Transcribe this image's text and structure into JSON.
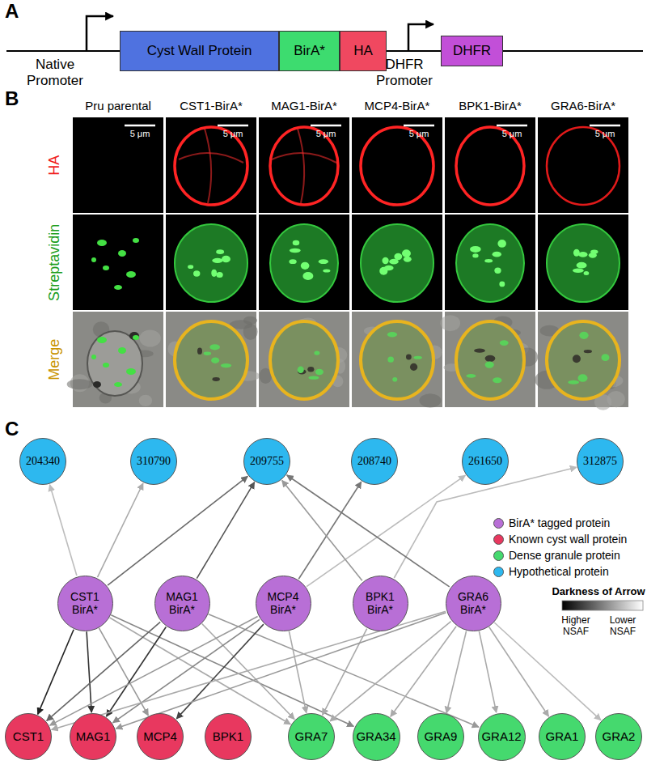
{
  "diagram": {
    "nodes": [
      {
        "text": [
          "Cyst Wall Protein"
        ]
      },
      {
        "text": [
          "BirA*"
        ]
      },
      {
        "text": [
          "HA"
        ]
      },
      {
        "text": [
          "DHFR"
        ]
      },
      {
        "text": [
          "204340"
        ]
      },
      {
        "text": [
          "310790"
        ]
      },
      {
        "text": [
          "209755"
        ]
      },
      {
        "text": [
          "208740"
        ]
      },
      {
        "text": [
          "261650"
        ]
      },
      {
        "text": [
          "312875"
        ]
      },
      {
        "text": [
          "CST1 BirA*"
        ]
      },
      {
        "text": [
          "MAG1 BirA*"
        ]
      },
      {
        "text": [
          "MCP4 BirA*"
        ]
      },
      {
        "text": [
          "BPK1 BirA*"
        ]
      },
      {
        "text": [
          "GRA6 BirA*"
        ]
      },
      {
        "text": [
          "CST1"
        ]
      },
      {
        "text": [
          "MAG1"
        ]
      },
      {
        "text": [
          "MCP4"
        ]
      },
      {
        "text": [
          "BPK1"
        ]
      },
      {
        "text": [
          "GRA7"
        ]
      },
      {
        "text": [
          "GRA34"
        ]
      },
      {
        "text": [
          "GRA9"
        ]
      },
      {
        "text": [
          "GRA12"
        ]
      },
      {
        "text": [
          "GRA1"
        ]
      },
      {
        "text": [
          "GRA2"
        ]
      }
    ],
    "edges": [
      {
        "from": 10,
        "to": 4,
        "arrow": "to"
      },
      {
        "from": 10,
        "to": 5,
        "arrow": "to"
      },
      {
        "from": 10,
        "to": 6,
        "arrow": "to"
      },
      {
        "from": 10,
        "to": 15,
        "arrow": "to"
      },
      {
        "from": 10,
        "to": 16,
        "arrow": "to"
      },
      {
        "from": 10,
        "to": 17,
        "arrow": "to"
      },
      {
        "from": 10,
        "to": 19,
        "arrow": "to"
      },
      {
        "from": 10,
        "to": 20,
        "arrow": "to"
      },
      {
        "from": 11,
        "to": 6,
        "arrow": "to"
      },
      {
        "from": 11,
        "to": 15,
        "arrow": "to"
      },
      {
        "from": 11,
        "to": 16,
        "arrow": "to"
      },
      {
        "from": 11,
        "to": 19,
        "arrow": "to"
      },
      {
        "from": 11,
        "to": 22,
        "arrow": "to"
      },
      {
        "from": 12,
        "to": 7,
        "arrow": "to"
      },
      {
        "from": 12,
        "to": 8,
        "arrow": "to"
      },
      {
        "from": 12,
        "to": 15,
        "arrow": "to"
      },
      {
        "from": 12,
        "to": 16,
        "arrow": "to"
      },
      {
        "from": 12,
        "to": 17,
        "arrow": "to"
      },
      {
        "from": 12,
        "to": 19,
        "arrow": "to"
      },
      {
        "from": 13,
        "to": 6,
        "arrow": "to"
      },
      {
        "from": 13,
        "to": 9,
        "arrow": "to"
      },
      {
        "from": 13,
        "to": 19,
        "arrow": "to"
      },
      {
        "from": 14,
        "to": 6,
        "arrow": "to"
      },
      {
        "from": 14,
        "to": 15,
        "arrow": "to"
      },
      {
        "from": 14,
        "to": 16,
        "arrow": "to"
      },
      {
        "from": 14,
        "to": 19,
        "arrow": "to"
      },
      {
        "from": 14,
        "to": 20,
        "arrow": "to"
      },
      {
        "from": 14,
        "to": 21,
        "arrow": "to"
      },
      {
        "from": 14,
        "to": 22,
        "arrow": "to"
      },
      {
        "from": 14,
        "to": 23,
        "arrow": "to"
      },
      {
        "from": 14,
        "to": 24,
        "arrow": "to"
      }
    ],
    "labels": [
      "A",
      "Native Promoter",
      "DHFR Promoter",
      "B",
      "Pru parental",
      "CST1-BirA*",
      "MAG1-BirA*",
      "MCP4-BirA*",
      "BPK1-BirA*",
      "GRA6-BirA*",
      "HA",
      "Streptavidin",
      "Merge",
      "5 μm",
      "5 μm",
      "5 μm",
      "5 μm",
      "5 μm",
      "5 μm",
      "C",
      "Darkness of Arrow",
      "Higher NSAF",
      "Lower NSAF"
    ],
    "legend": [
      {
        "text": "BirA* tagged protein",
        "color": "#b86fd6"
      },
      {
        "text": "Known cyst wall protein",
        "color": "#e8385f"
      },
      {
        "text": "Dense granule protein",
        "color": "#45d96e"
      },
      {
        "text": "Hypothetical protein",
        "color": "#2db8ef"
      }
    ]
  }
}
